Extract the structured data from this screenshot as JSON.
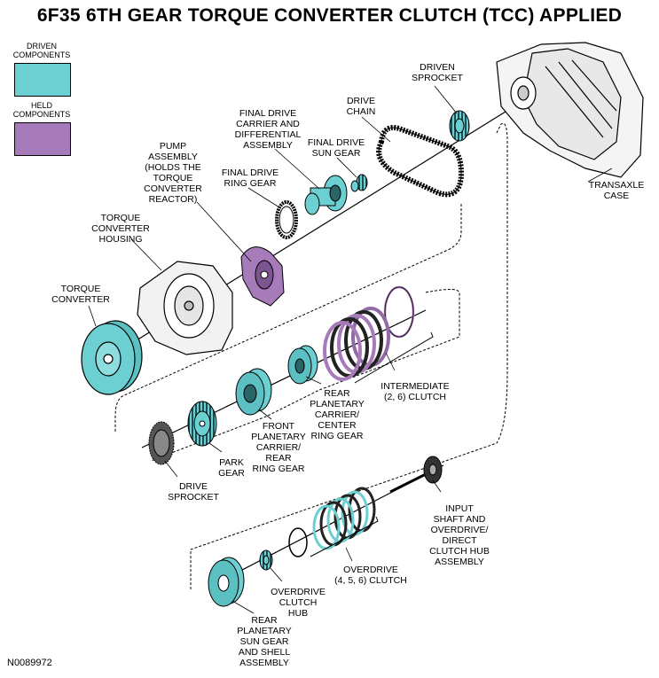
{
  "title": "6F35 6TH GEAR TORQUE CONVERTER CLUTCH (TCC) APPLIED",
  "legend": {
    "driven_label": "DRIVEN\nCOMPONENTS",
    "driven_color": "#6ccfd2",
    "held_label": "HELD\nCOMPONENTS",
    "held_color": "#a77bb9"
  },
  "labels": {
    "driven_sprocket": "DRIVEN\nSPROCKET",
    "drive_chain": "DRIVE\nCHAIN",
    "final_drive_carrier": "FINAL DRIVE\nCARRIER AND\nDIFFERENTIAL\nASSEMBLY",
    "final_drive_sun_gear": "FINAL DRIVE\nSUN GEAR",
    "pump_assembly": "PUMP\nASSEMBLY\n(HOLDS THE\nTORQUE\nCONVERTER\nREACTOR)",
    "final_drive_ring_gear": "FINAL DRIVE\nRING GEAR",
    "transaxle_case": "TRANSAXLE\nCASE",
    "torque_converter_housing": "TORQUE\nCONVERTER\nHOUSING",
    "torque_converter": "TORQUE\nCONVERTER",
    "intermediate_clutch": "INTERMEDIATE\n(2, 6) CLUTCH",
    "rear_planetary_carrier": "REAR\nPLANETARY\nCARRIER/\nCENTER\nRING GEAR",
    "front_planetary_carrier": "FRONT\nPLANETARY\nCARRIER/\nREAR\nRING GEAR",
    "park_gear": "PARK\nGEAR",
    "drive_sprocket": "DRIVE\nSPROCKET",
    "input_shaft": "INPUT\nSHAFT AND\nOVERDRIVE/\nDIRECT\nCLUTCH HUB\nASSEMBLY",
    "overdrive_clutch": "OVERDRIVE\n(4, 5, 6) CLUTCH",
    "overdrive_clutch_hub": "OVERDRIVE\nCLUTCH\nHUB",
    "rear_planetary_sun_gear": "REAR\nPLANETARY\nSUN GEAR\nAND SHELL\nASSEMBLY"
  },
  "footer_code": "N0089972"
}
